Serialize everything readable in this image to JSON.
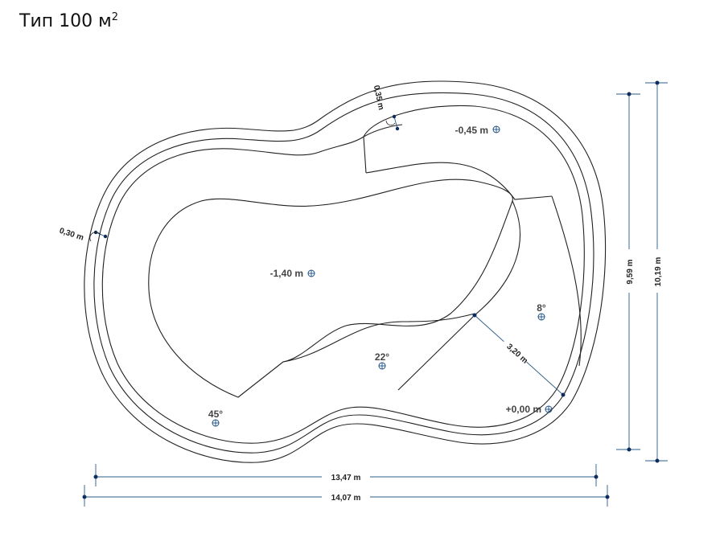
{
  "title": {
    "text": "Тип 100 м",
    "sup": "2"
  },
  "dimensions": {
    "width_inner": "13,47 m",
    "width_outer": "14,07 m",
    "height_inner": "9,59 m",
    "height_outer": "10,19 m",
    "diagonal": "3,20 m",
    "border_left": "0,30 m",
    "border_top": "0,35 m"
  },
  "depths": {
    "deep": "-1,40 m",
    "shelf": "-0,45 m",
    "entry": "+0,00 m"
  },
  "slopes": {
    "a45": "45°",
    "a22": "22°",
    "a8": "8°"
  }
}
